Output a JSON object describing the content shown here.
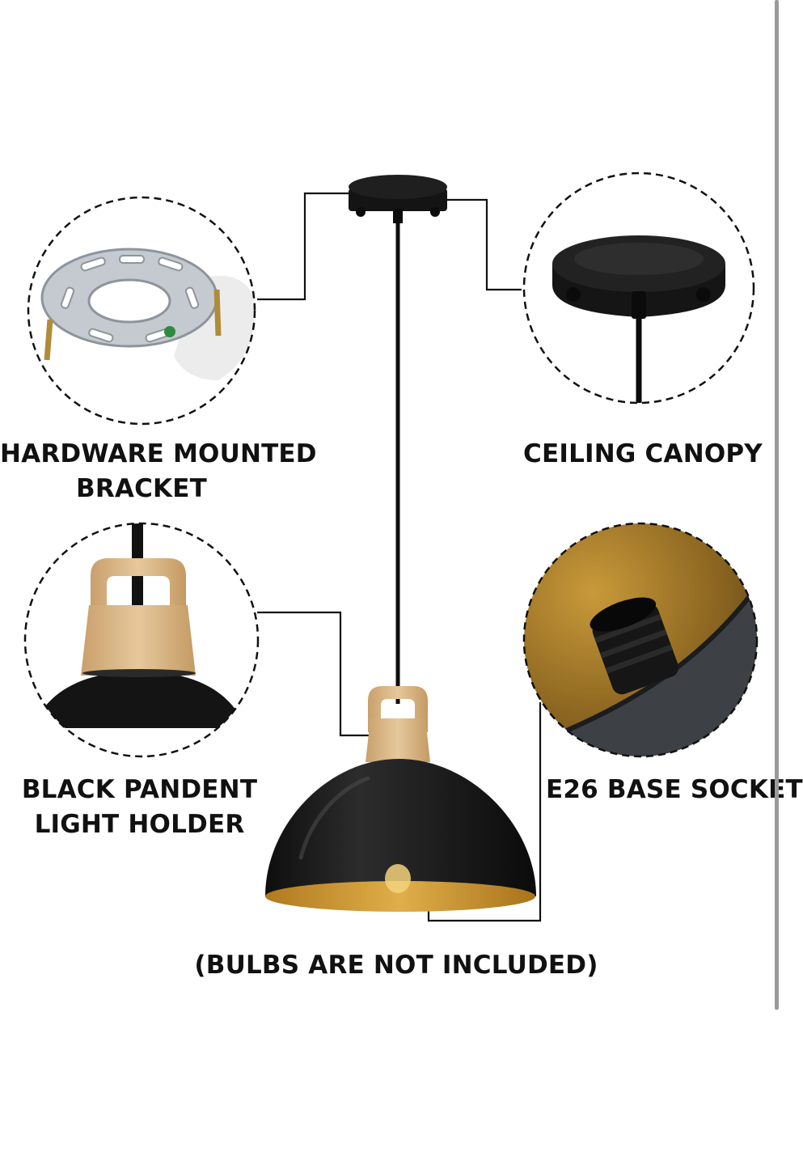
{
  "labels": {
    "bracket": [
      "HARDWARE MOUNTED",
      "BRACKET"
    ],
    "canopy": "CEILING CANOPY",
    "holder": [
      "BLACK PANDENT",
      "LIGHT HOLDER"
    ],
    "socket": "E26 BASE SOCKET",
    "note": "(BULBS ARE NOT INCLUDED)"
  },
  "colors": {
    "lamp_black": "#1c1c1c",
    "gold_interior": "#c9962e",
    "wood": "#d9b88a",
    "metal": "#c5cad0",
    "connector_line": "#111111"
  }
}
